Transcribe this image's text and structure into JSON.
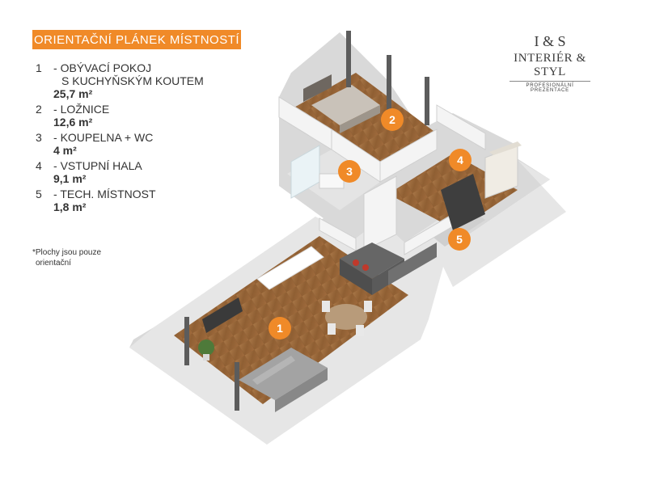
{
  "header": {
    "title": "ORIENTAČNÍ PLÁNEK MÍSTNOSTÍ"
  },
  "logo": {
    "mark": "I & S",
    "name": "INTERIÉR & STYL",
    "tagline": "PROFESIONÁLNÍ PREZENTACE"
  },
  "rooms": [
    {
      "number": "1",
      "dash": "-",
      "lines": [
        "OBÝVACÍ POKOJ",
        "S KUCHYŇSKÝM KOUTEM"
      ],
      "area": "25,7 m²"
    },
    {
      "number": "2",
      "dash": "-",
      "lines": [
        "LOŽNICE"
      ],
      "area": "12,6 m²"
    },
    {
      "number": "3",
      "dash": "-",
      "lines": [
        "KOUPELNA + WC"
      ],
      "area": "4 m²"
    },
    {
      "number": "4",
      "dash": "-",
      "lines": [
        "VSTUPNÍ HALA"
      ],
      "area": "9,1 m²"
    },
    {
      "number": "5",
      "dash": "-",
      "lines": [
        "TECH. MÍSTNOST"
      ],
      "area": "1,8 m²"
    }
  ],
  "footnote": {
    "line1": "*Plochy jsou pouze",
    "line2": "orientační"
  },
  "plan": {
    "badges": [
      "1",
      "2",
      "3",
      "4",
      "5"
    ],
    "colors": {
      "accent": "#f08a28",
      "wood": "#9c6b3c",
      "wall": "#f2f2f2",
      "wall_shadow": "#d8d8d8",
      "sofa": "#9a9a9a",
      "bed": "#b8b0a6",
      "counter": "#5a5a5a"
    }
  }
}
